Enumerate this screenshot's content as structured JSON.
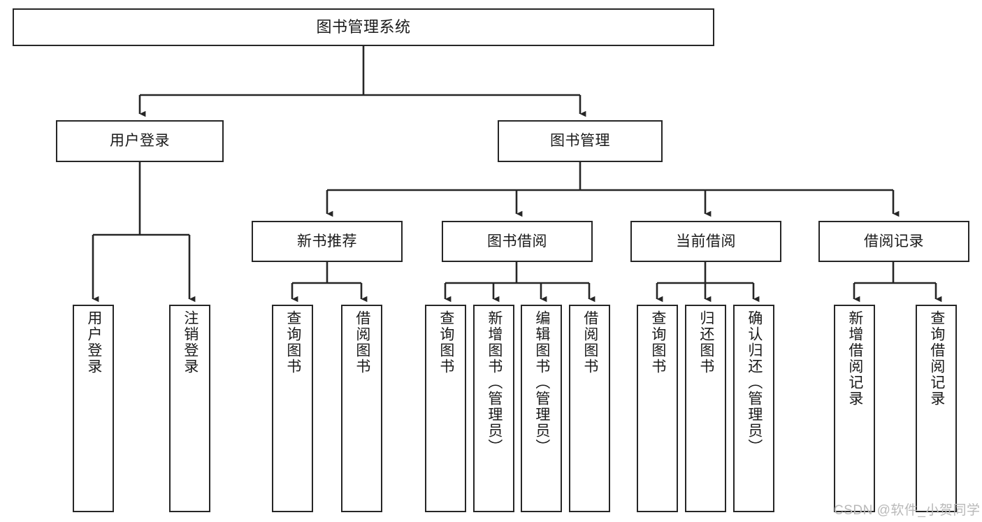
{
  "diagram": {
    "title": "图书管理系统",
    "type": "tree-hierarchy-diagram",
    "watermark": "CSDN @软件_小贺同学",
    "colors": {
      "stroke": "#262626",
      "text": "#1a1a1a",
      "background": "#ffffff",
      "watermark": "#b9b9b9"
    },
    "root": {
      "label": "图书管理系统"
    },
    "level2": [
      {
        "label": "用户登录"
      },
      {
        "label": "图书管理"
      }
    ],
    "level3": [
      {
        "label": "新书推荐"
      },
      {
        "label": "图书借阅"
      },
      {
        "label": "当前借阅"
      },
      {
        "label": "借阅记录"
      }
    ],
    "leaves": [
      {
        "label": "用户登录",
        "parent": "用户登录"
      },
      {
        "label": "注销登录",
        "parent": "用户登录"
      },
      {
        "label": "查询图书",
        "parent": "新书推荐"
      },
      {
        "label": "借阅图书",
        "parent": "新书推荐"
      },
      {
        "label": "查询图书",
        "parent": "图书借阅"
      },
      {
        "label": "新增图书（管理员）",
        "parent": "图书借阅"
      },
      {
        "label": "编辑图书（管理员）",
        "parent": "图书借阅"
      },
      {
        "label": "借阅图书",
        "parent": "图书借阅"
      },
      {
        "label": "查询图书",
        "parent": "当前借阅"
      },
      {
        "label": "归还图书",
        "parent": "当前借阅"
      },
      {
        "label": "确认归还（管理员）",
        "parent": "当前借阅"
      },
      {
        "label": "新增借阅记录",
        "parent": "借阅记录"
      },
      {
        "label": "查询借阅记录",
        "parent": "借阅记录"
      }
    ]
  }
}
